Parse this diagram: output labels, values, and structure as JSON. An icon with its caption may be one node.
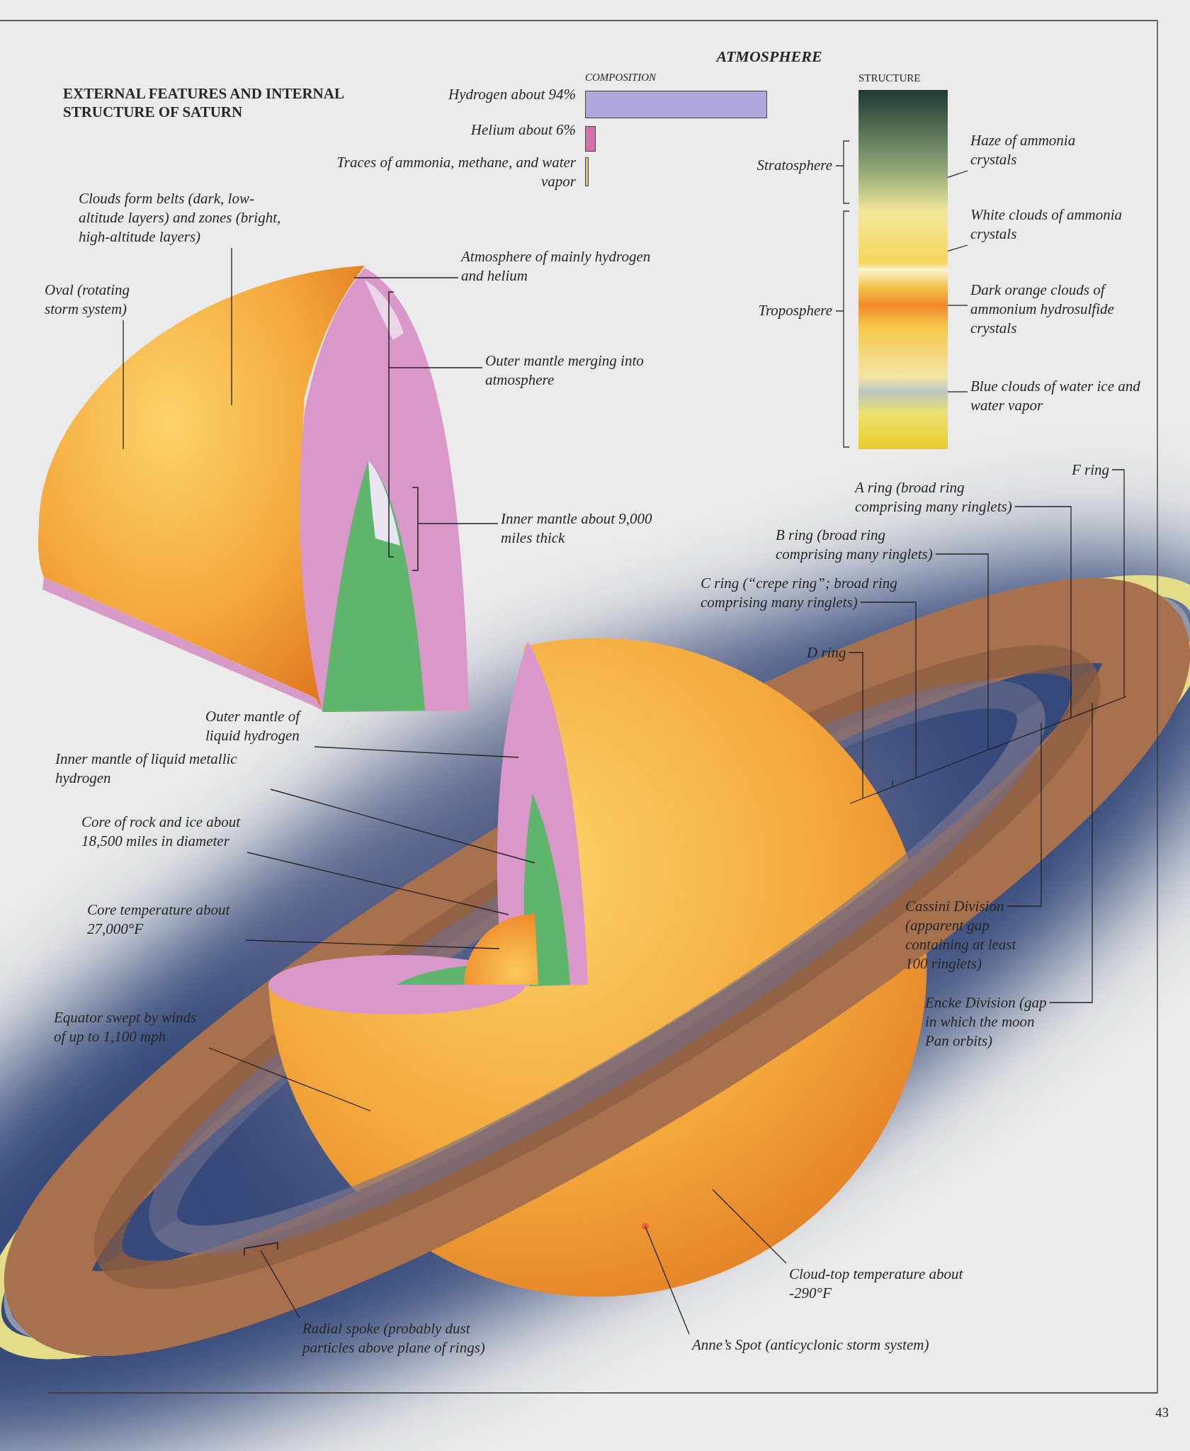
{
  "diagram": {
    "title": "EXTERNAL FEATURES AND INTERNAL STRUCTURE OF SATURN",
    "nodes": [
      {
        "text": [
          "Haze of ammonia crystals"
        ]
      },
      {
        "text": [
          "White clouds of ammonia crystals"
        ]
      },
      {
        "text": [
          "Dark orange clouds of ammonium hydrosulfide crystals"
        ]
      },
      {
        "text": [
          "Blue clouds of water ice and water vapor"
        ]
      },
      {
        "text": [
          "Clouds form belts (dark, low-altitude layers) and zones (bright, high-altitude layers)"
        ]
      },
      {
        "text": [
          "Oval (rotating storm system)"
        ]
      },
      {
        "text": [
          "Atmosphere of mainly hydrogen and helium"
        ]
      },
      {
        "text": [
          "Outer mantle merging into atmosphere"
        ]
      },
      {
        "text": [
          "Inner mantle about 9,000 miles thick"
        ]
      },
      {
        "text": [
          "F ring"
        ]
      },
      {
        "text": [
          "A ring (broad ring comprising many ringlets)"
        ]
      },
      {
        "text": [
          "B ring (broad ring comprising many ringlets)"
        ]
      },
      {
        "text": [
          "C ring (“crepe ring”; broad ring comprising many ringlets)"
        ]
      },
      {
        "text": [
          "D ring"
        ]
      },
      {
        "text": [
          "Outer mantle of liquid hydrogen"
        ]
      },
      {
        "text": [
          "Inner mantle of liquid metallic hydrogen"
        ]
      },
      {
        "text": [
          "Core of rock and ice about 18,500 miles in diameter"
        ]
      },
      {
        "text": [
          "Core temperature about 27,000°F"
        ]
      },
      {
        "text": [
          "Cassini Division (apparent gap containing at least 100 ringlets)"
        ]
      },
      {
        "text": [
          "Encke Division (gap in which the moon Pan orbits)"
        ]
      },
      {
        "text": [
          "Equator swept by winds of up to 1,100 mph"
        ]
      },
      {
        "text": [
          "Cloud-top temperature about -290°F"
        ]
      },
      {
        "text": [
          "Radial spoke (probably dust particles above plane of rings)"
        ]
      },
      {
        "text": [
          "Anne’s Spot (anticyclonic storm system)"
        ]
      },
      {
        "text": [],
        "shape": "bar"
      },
      {
        "text": [],
        "shape": "bar"
      },
      {
        "text": [],
        "shape": "bar"
      },
      {
        "text": [],
        "shape": "bar",
        "beside": [
          "STRUCTURE"
        ]
      }
    ],
    "edges": [
      {
        "from": 0,
        "to": 27,
        "arrow": "none"
      },
      {
        "from": 1,
        "to": 27,
        "arrow": "none"
      },
      {
        "from": 2,
        "to": 27,
        "arrow": "none"
      },
      {
        "from": 3,
        "to": 27,
        "arrow": "none"
      },
      {
        "from": 4,
        "to": null,
        "arrow": "none"
      },
      {
        "from": 5,
        "to": null,
        "arrow": "none"
      },
      {
        "from": 6,
        "to": null,
        "arrow": "none"
      },
      {
        "from": 7,
        "to": null,
        "arrow": "none"
      },
      {
        "from": 8,
        "to": null,
        "arrow": "none"
      },
      {
        "from": 9,
        "to": null,
        "arrow": "none"
      },
      {
        "from": 10,
        "to": null,
        "arrow": "none"
      },
      {
        "from": 11,
        "to": null,
        "arrow": "none"
      },
      {
        "from": 12,
        "to": null,
        "arrow": "none"
      },
      {
        "from": 13,
        "to": null,
        "arrow": "none"
      },
      {
        "from": 14,
        "to": null,
        "arrow": "none"
      },
      {
        "from": 15,
        "to": null,
        "arrow": "none"
      },
      {
        "from": 16,
        "to": null,
        "arrow": "none"
      },
      {
        "from": 17,
        "to": null,
        "arrow": "none"
      },
      {
        "from": 18,
        "to": null,
        "arrow": "none"
      },
      {
        "from": 19,
        "to": null,
        "arrow": "none"
      },
      {
        "from": 20,
        "to": null,
        "arrow": "none"
      },
      {
        "from": 21,
        "to": null,
        "arrow": "none"
      },
      {
        "from": 22,
        "to": null,
        "arrow": "none"
      },
      {
        "from": 23,
        "to": null,
        "arrow": "none"
      }
    ],
    "labels": [
      "ATMOSPHERE",
      "COMPOSITION",
      "Hydrogen about 94%",
      "Helium about 6%",
      "Traces of ammonia, methane, and water vapor",
      "Stratosphere",
      "Troposphere",
      "43"
    ]
  }
}
